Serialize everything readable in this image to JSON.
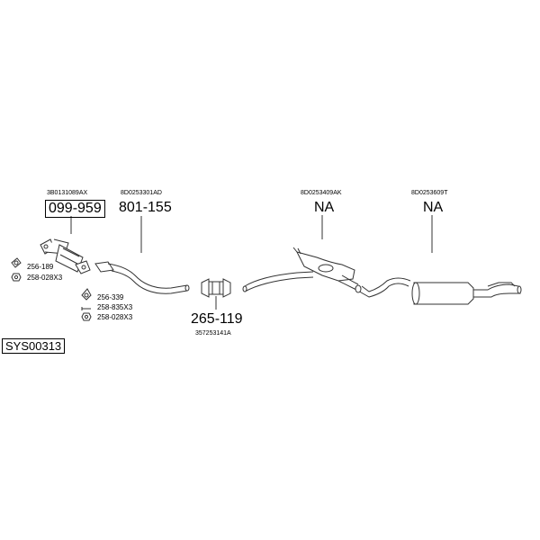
{
  "system_code": "SYS00313",
  "parts": {
    "cat": {
      "oe": "3B0131089AX",
      "pn": "099-959"
    },
    "front": {
      "oe": "8D0253301AD",
      "pn": "801-155"
    },
    "clamp": {
      "oe": "357253141A",
      "pn": "265-119"
    },
    "mid": {
      "oe": "8D0253409AK",
      "pn": "NA"
    },
    "rear": {
      "oe": "8D0253609T",
      "pn": "NA"
    }
  },
  "hardware": {
    "cat_gasket": "256-189",
    "cat_nut": "258-028X3",
    "front_gasket": "256-339",
    "front_bolt": "258-835X3",
    "front_nut": "258-028X3"
  }
}
